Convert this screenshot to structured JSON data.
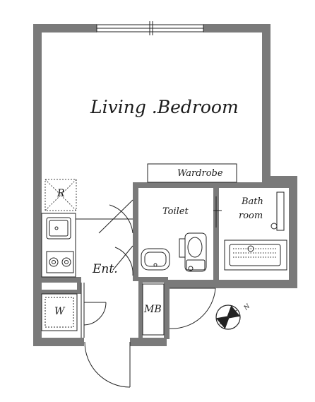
{
  "rooms": {
    "living_bedroom": "Living .Bedroom",
    "wardrobe": "Wardrobe",
    "toilet": "Toilet",
    "bath_line1": "Bath",
    "bath_line2": "room",
    "refrigerator": "R",
    "entrance": "Ent.",
    "meter_box": "MB",
    "washer": "W"
  },
  "compass": {
    "north_label": "N"
  },
  "colors": {
    "wall": "#7a7a7a",
    "line": "#222222",
    "background": "#ffffff"
  }
}
